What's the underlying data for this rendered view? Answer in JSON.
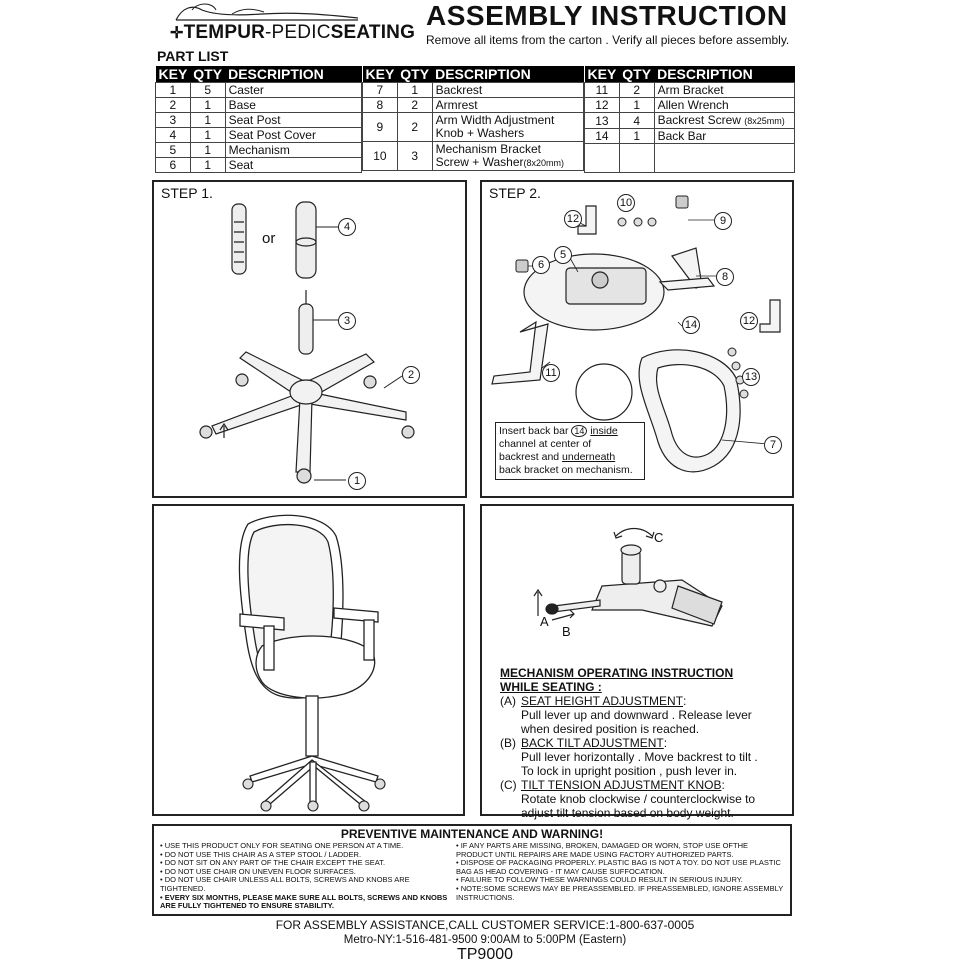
{
  "header": {
    "brand_mark": "✛",
    "brand_bold": "TEMPUR",
    "brand_rest": "-PEDIC",
    "brand_seating": "SEATING",
    "title": "ASSEMBLY  INSTRUCTION",
    "subtitle": "Remove all items from the carton . Verify all pieces before assembly."
  },
  "part_list_label": "PART LIST",
  "columns": {
    "key": "KEY",
    "qty": "QTY",
    "description": "DESCRIPTION"
  },
  "parts_col1": [
    {
      "key": "1",
      "qty": "5",
      "desc": "Caster"
    },
    {
      "key": "2",
      "qty": "1",
      "desc": "Base"
    },
    {
      "key": "3",
      "qty": "1",
      "desc": "Seat Post"
    },
    {
      "key": "4",
      "qty": "1",
      "desc": "Seat Post Cover"
    },
    {
      "key": "5",
      "qty": "1",
      "desc": "Mechanism"
    },
    {
      "key": "6",
      "qty": "1",
      "desc": "Seat"
    }
  ],
  "parts_col2": [
    {
      "key": "7",
      "qty": "1",
      "desc": "Backrest"
    },
    {
      "key": "8",
      "qty": "2",
      "desc": "Armrest"
    },
    {
      "key": "9",
      "qty": "2",
      "desc": "Arm Width Adjustment",
      "desc2": "Knob + Washers"
    },
    {
      "key": "10",
      "qty": "3",
      "desc": "Mechanism Bracket",
      "desc2": "Screw + Washer",
      "desc2_small": "(8x20mm)"
    }
  ],
  "parts_col3": [
    {
      "key": "11",
      "qty": "2",
      "desc": "Arm Bracket"
    },
    {
      "key": "12",
      "qty": "1",
      "desc": "Allen Wrench"
    },
    {
      "key": "13",
      "qty": "4",
      "desc": "Backrest Screw",
      "desc_small": "(8x25mm)"
    },
    {
      "key": "14",
      "qty": "1",
      "desc": "Back Bar"
    }
  ],
  "step1": {
    "label": "STEP 1.",
    "or_text": "or",
    "callouts": [
      "4",
      "3",
      "2",
      "1"
    ]
  },
  "step2": {
    "label": "STEP 2.",
    "callouts": [
      "12",
      "10",
      "9",
      "6",
      "5",
      "8",
      "14",
      "12",
      "11",
      "13",
      "7"
    ],
    "note_l1a": "Insert back bar",
    "note_l1_num": "14",
    "note_l1b": "inside",
    "note_l2": "channel at center of",
    "note_l3a": "backrest and",
    "note_l3b": "underneath",
    "note_l4": "back bracket on mechanism."
  },
  "mechanism": {
    "letters": {
      "a": "A",
      "b": "B",
      "c": "C"
    },
    "heading1": "MECHANISM OPERATING INSTRUCTION",
    "heading2": "WHILE SEATING :",
    "a_label": "(A)",
    "a_title": "SEAT HEIGHT ADJUSTMENT",
    "a_line1": "Pull lever up and downward . Release lever",
    "a_line2": "when desired position is reached.",
    "b_label": "(B)",
    "b_title": "BACK TILT ADJUSTMENT",
    "b_line1": "Pull lever horizontally . Move backrest to tilt .",
    "b_line2": "To lock in upright position , push lever in.",
    "c_label": "(C)",
    "c_title": "TILT TENSION ADJUSTMENT KNOB",
    "c_line1": "Rotate knob clockwise / counterclockwise to",
    "c_line2": "adjust tilt tension based on body weight.",
    "colon": " :"
  },
  "warning": {
    "title": "PREVENTIVE MAINTENANCE AND WARNING!",
    "left": [
      "USE THIS PRODUCT ONLY FOR SEATING ONE PERSON AT A TIME.",
      "DO NOT USE THIS CHAIR AS A STEP STOOL / LADDER.",
      "DO NOT SIT ON ANY PART OF THE CHAIR EXCEPT THE SEAT.",
      "DO NOT USE CHAIR ON UNEVEN FLOOR SURFACES.",
      "DO NOT USE CHAIR UNLESS ALL BOLTS, SCREWS AND KNOBS ARE TIGHTENED."
    ],
    "left_bold": "EVERY SIX MONTHS, PLEASE  MAKE SURE ALL BOLTS, SCREWS AND KNOBS ARE FULLY TIGHTENED TO ENSURE STABILITY.",
    "right": [
      "IF ANY PARTS ARE MISSING, BROKEN, DAMAGED OR WORN, STOP USE OFTHE PRODUCT UNTIL REPAIRS ARE MADE USING FACTORY AUTHORIZED PARTS.",
      "DISPOSE OF PACKAGING PROPERLY. PLASTIC BAG IS NOT A TOY. DO NOT USE PLASTIC BAG AS HEAD COVERING - IT MAY CAUSE SUFFOCATION.",
      "FAILURE TO FOLLOW THESE WARNINGS COULD RESULT IN SERIOUS INJURY.",
      "NOTE:SOME SCREWS MAY BE PREASSEMBLED. IF PREASSEMBLED, IGNORE ASSEMBLY INSTRUCTIONS."
    ]
  },
  "footer": {
    "line1": "FOR ASSEMBLY ASSISTANCE,CALL CUSTOMER SERVICE:1-800-637-0005",
    "line2": "Metro-NY:1-516-481-9500    9:00AM to 5:00PM (Eastern)",
    "model": "TP9000"
  }
}
